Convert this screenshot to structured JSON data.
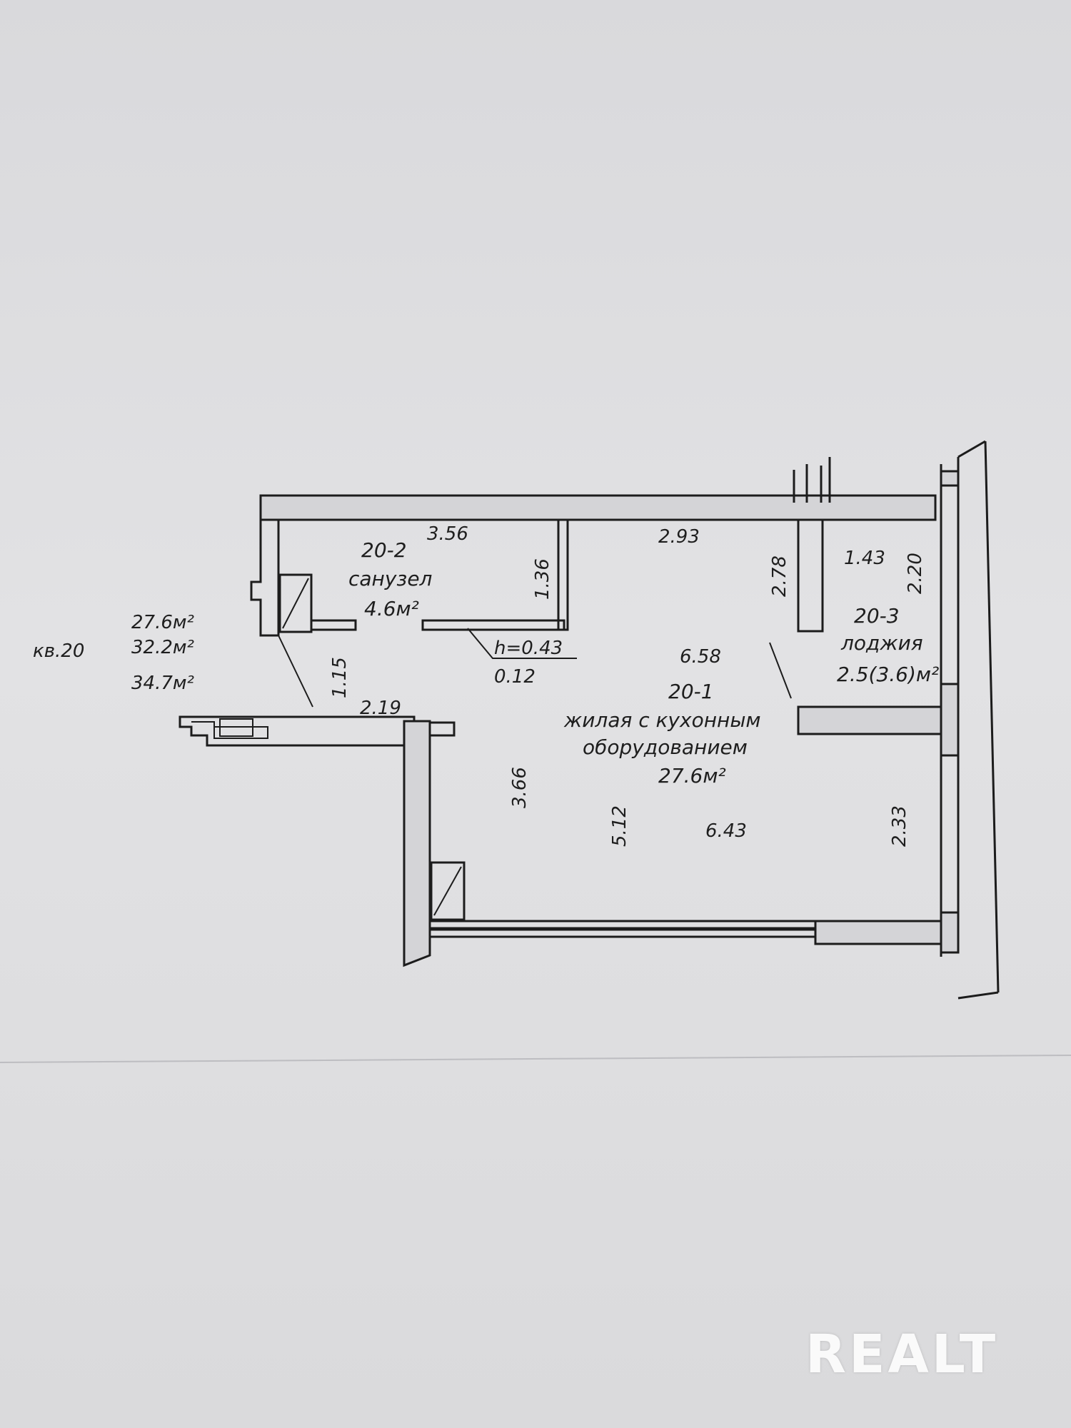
{
  "apartment": {
    "label": "кв.20",
    "areas": [
      "27.6м²",
      "32.2м²",
      "34.7м²"
    ]
  },
  "rooms": {
    "bathroom": {
      "id": "20-2",
      "name": "санузел",
      "area": "4.6м²"
    },
    "living": {
      "id": "20-1",
      "name_line1": "жилая с кухонным",
      "name_line2": "оборудованием",
      "area": "27.6м²"
    },
    "loggia": {
      "id": "20-3",
      "name": "лоджия",
      "area": "2.5(3.6)м²"
    }
  },
  "dimensions": {
    "bath_width": "3.56",
    "top_right_width": "2.93",
    "bath_depth": "1.36",
    "threshold_height": "h=0.43",
    "threshold_offset": "0.12",
    "corridor_len": "1.15",
    "corridor_width": "2.19",
    "living_inner_left": "3.66",
    "living_width_top": "6.58",
    "living_depth": "5.12",
    "living_width_bottom": "6.43",
    "loggia_right_height": "2.33",
    "loggia_left_depth": "2.78",
    "loggia_width": "1.43",
    "loggia_depth": "2.20"
  },
  "watermark": "REALT"
}
